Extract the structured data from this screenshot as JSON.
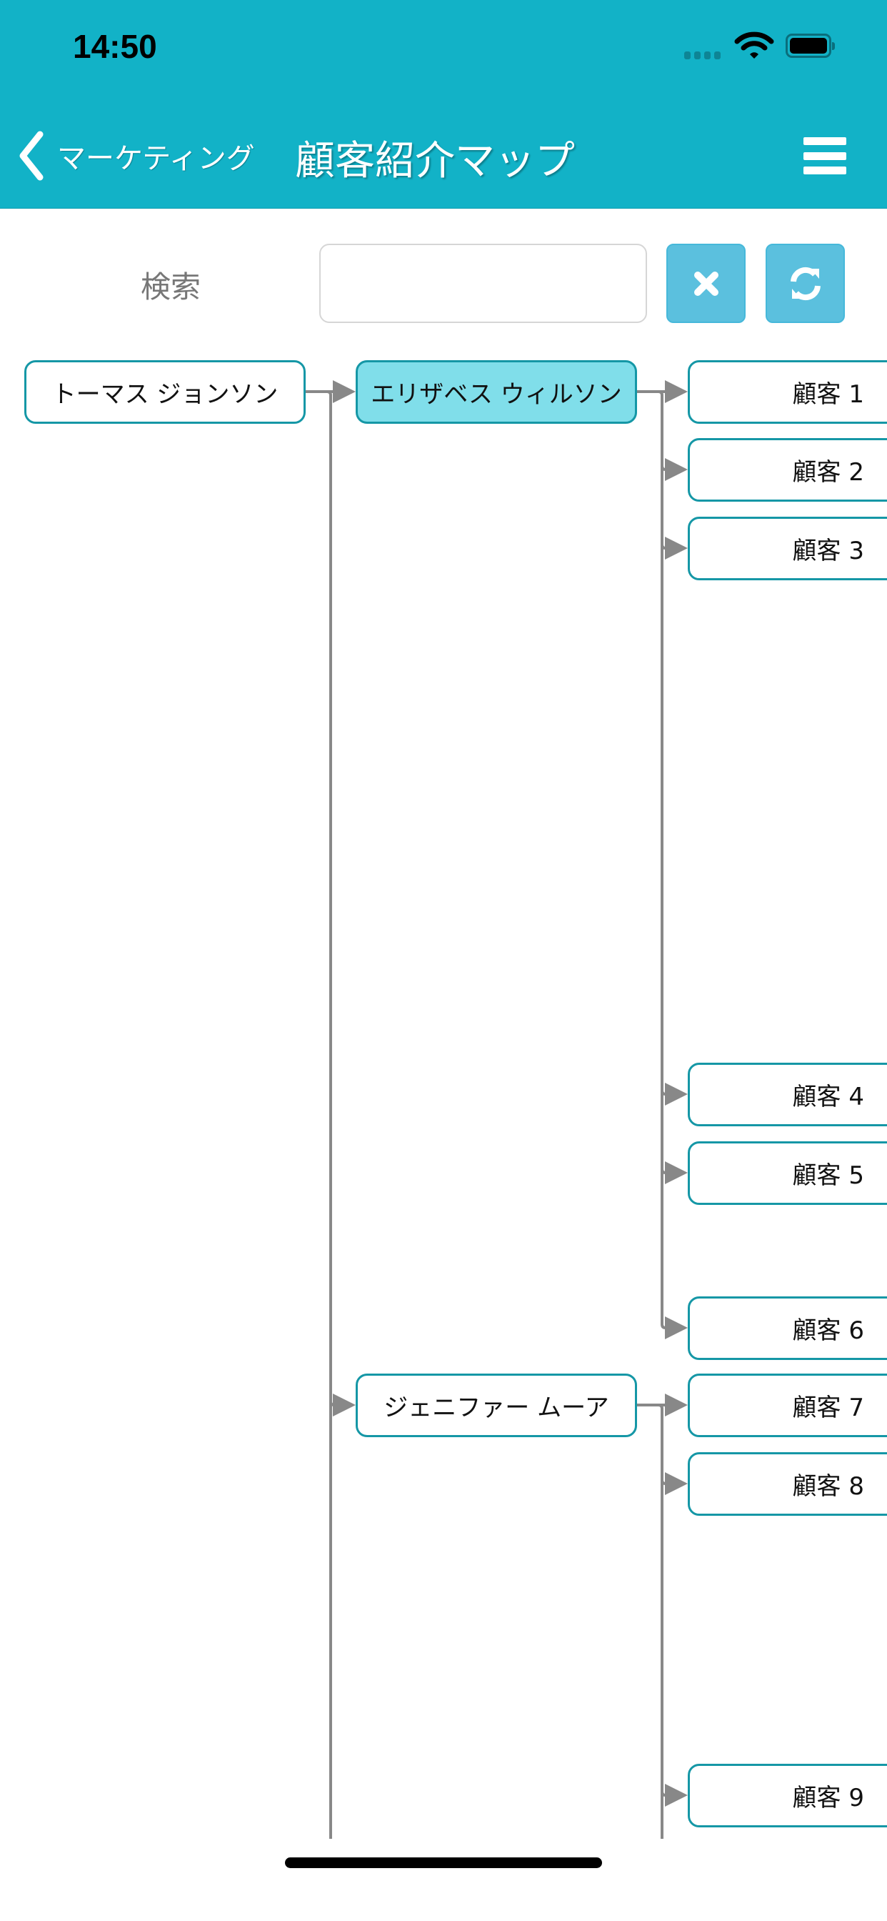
{
  "status_bar": {
    "time": "14:50"
  },
  "nav": {
    "back_label": "マーケティング",
    "title": "顧客紹介マップ"
  },
  "search": {
    "label": "検索",
    "value": "",
    "placeholder": ""
  },
  "colors": {
    "header": "#12b2c7",
    "node_border": "#1597a6",
    "selected_fill": "#80deea",
    "button": "#5bc0de",
    "connector": "#888888"
  },
  "tree": {
    "root": "トーマス ジョンソン",
    "children": [
      {
        "name": "エリザベス ウィルソン",
        "selected": true,
        "customers": [
          "顧客 1",
          "顧客 2",
          "顧客 3",
          "顧客 4",
          "顧客 5",
          "顧客 6"
        ]
      },
      {
        "name": "ジェニファー ムーア",
        "selected": false,
        "customers": [
          "顧客 7",
          "顧客 8",
          "顧客 9"
        ]
      }
    ]
  }
}
